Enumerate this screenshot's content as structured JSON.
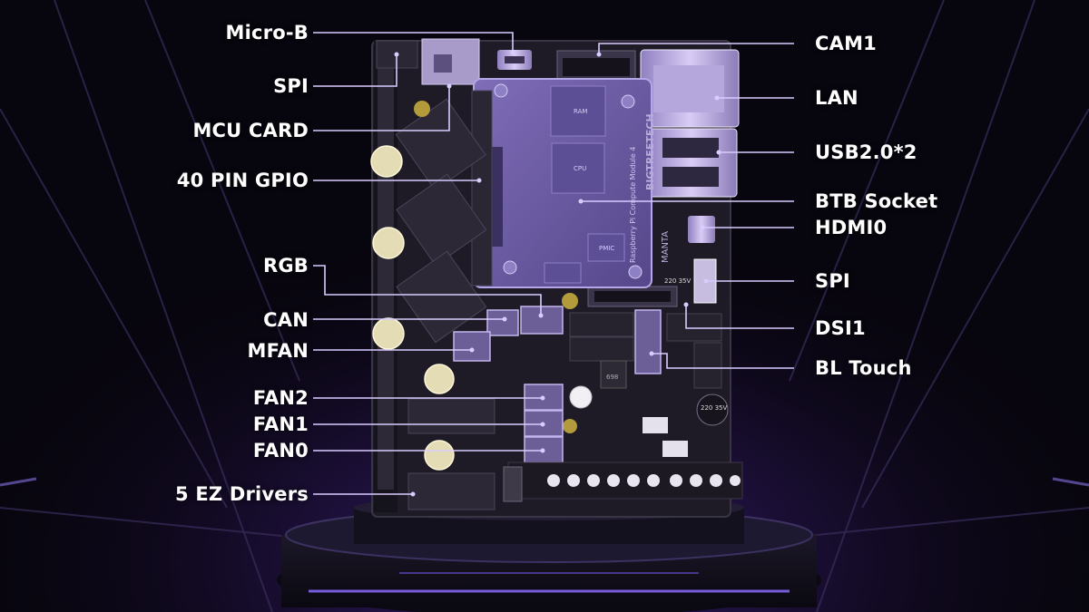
{
  "diagram": {
    "left_labels": [
      {
        "id": "micro-b",
        "text": "Micro-B"
      },
      {
        "id": "spi-left",
        "text": "SPI"
      },
      {
        "id": "mcu-card",
        "text": "MCU CARD"
      },
      {
        "id": "gpio",
        "text": "40 PIN GPIO"
      },
      {
        "id": "rgb",
        "text": "RGB"
      },
      {
        "id": "can",
        "text": "CAN"
      },
      {
        "id": "mfan",
        "text": "MFAN"
      },
      {
        "id": "fan2",
        "text": "FAN2"
      },
      {
        "id": "fan1",
        "text": "FAN1"
      },
      {
        "id": "fan0",
        "text": "FAN0"
      },
      {
        "id": "ez-drivers",
        "text": "5 EZ Drivers"
      }
    ],
    "right_labels": [
      {
        "id": "cam1",
        "text": "CAM1"
      },
      {
        "id": "lan",
        "text": "LAN"
      },
      {
        "id": "usb",
        "text": "USB2.0*2"
      },
      {
        "id": "btb",
        "text": "BTB Socket"
      },
      {
        "id": "hdmi0",
        "text": "HDMI0"
      },
      {
        "id": "spi-right",
        "text": "SPI"
      },
      {
        "id": "dsi1",
        "text": "DSI1"
      },
      {
        "id": "bl-touch",
        "text": "BL Touch"
      }
    ],
    "board_markings": {
      "cm_text": "Raspberry Pi Compute Module 4",
      "brand": "BIGTREETECH",
      "model": "MANTA",
      "cap_text_1": "220 35V",
      "cap_text_2": "220 35V",
      "chip_ram": "RAM",
      "chip_cpu": "CPU",
      "chip_pmic": "PMIC",
      "chip_small": "698"
    },
    "colors": {
      "accent": "#b79cff",
      "line": "#d9ccff",
      "board": "#221f2a",
      "cm4": "#6f5fa6"
    }
  }
}
